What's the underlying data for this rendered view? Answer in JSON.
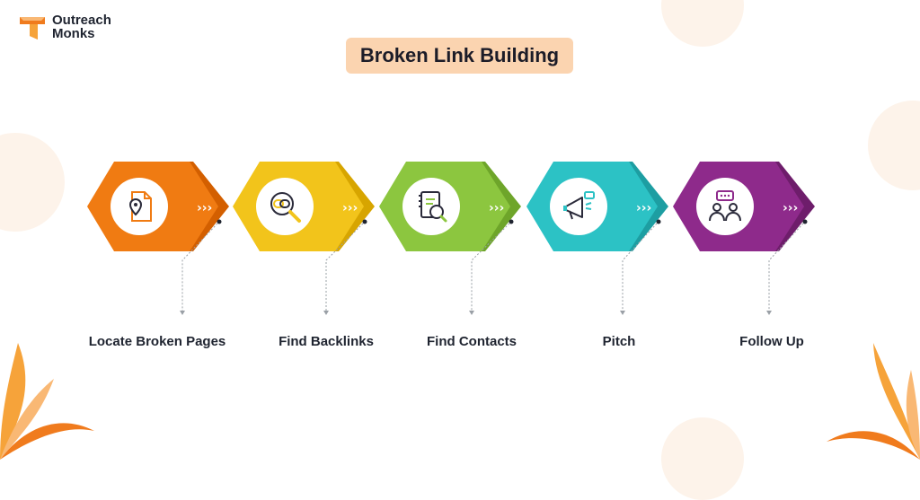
{
  "brand": {
    "line1": "Outreach",
    "line2": "Monks",
    "color": "#f07b1d"
  },
  "title": "Broken Link Building",
  "colors": {
    "title_bg": "#fbd4b0",
    "text": "#1f2430",
    "leaf": "#f6a33a",
    "leaf_dark": "#f07b1d"
  },
  "steps": [
    {
      "label": "Locate Broken Pages",
      "icon": "broken-page-pin-icon",
      "color": "#f07b12",
      "dark": "#d35f00"
    },
    {
      "label": "Find Backlinks",
      "icon": "link-magnifier-icon",
      "color": "#f2c41b",
      "dark": "#d7a500"
    },
    {
      "label": "Find Contacts",
      "icon": "contact-book-search-icon",
      "color": "#8cc63f",
      "dark": "#6ea52a"
    },
    {
      "label": "Pitch",
      "icon": "megaphone-icon",
      "color": "#2cc2c5",
      "dark": "#1d9ea2"
    },
    {
      "label": "Follow Up",
      "icon": "people-chat-icon",
      "color": "#8e2a8b",
      "dark": "#6e1d6b"
    }
  ]
}
